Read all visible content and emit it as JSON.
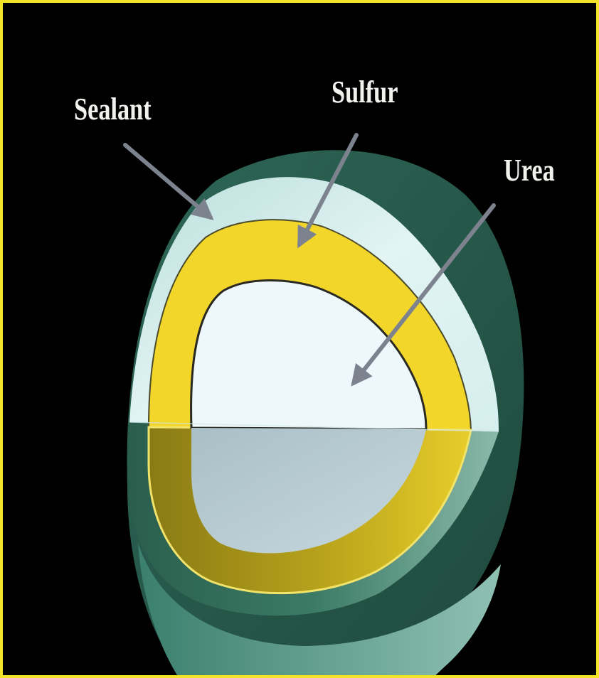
{
  "labels": {
    "sealant": "Sealant",
    "sulfur": "Sulfur",
    "urea": "Urea"
  },
  "colors": {
    "frame": "#f4e22a",
    "background": "#000000",
    "sealant_outer": "#2f6a58",
    "sealant_light": "#dff2f2",
    "sulfur": "#f3d62a",
    "urea": "#eef7fb",
    "arrow": "#7c838f"
  }
}
